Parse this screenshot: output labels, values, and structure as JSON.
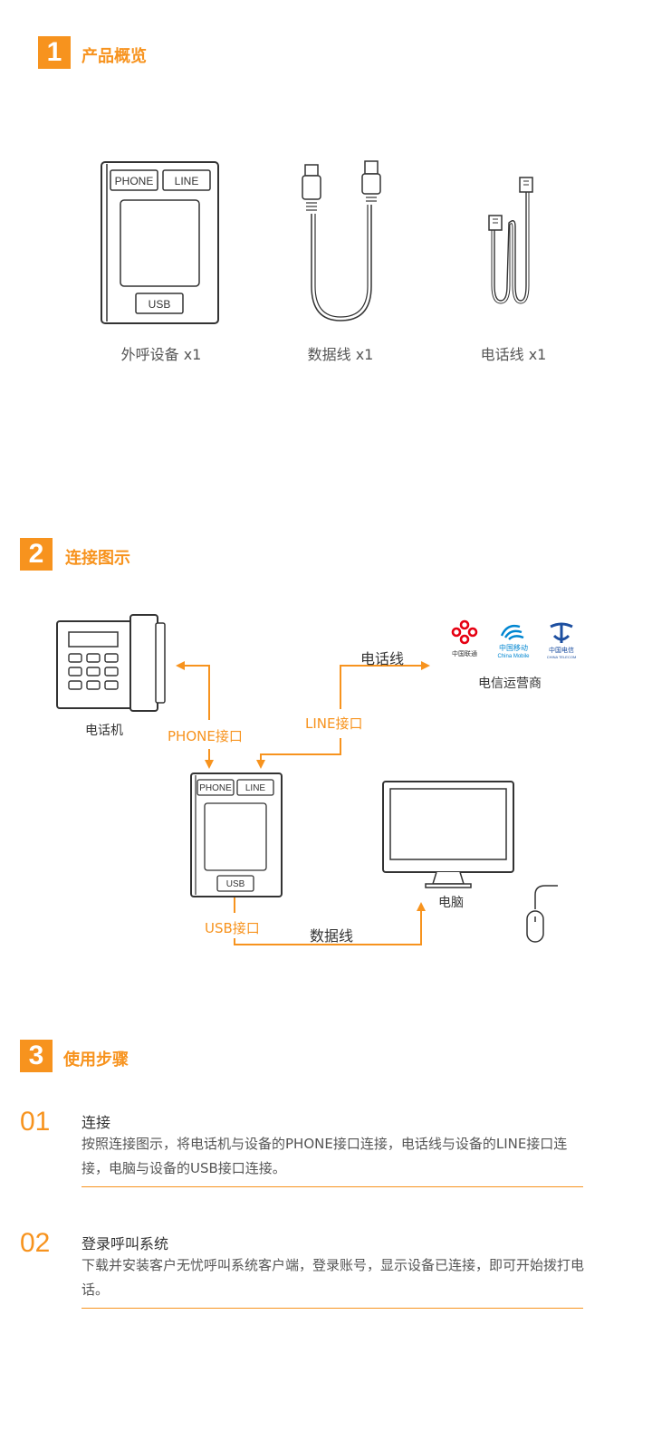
{
  "section1": {
    "number": "1",
    "title": "产品概览",
    "products": [
      {
        "caption": "外呼设备 x1"
      },
      {
        "caption": "数据线 x1"
      },
      {
        "caption": "电话线 x1"
      }
    ],
    "device": {
      "phone_port": "PHONE",
      "line_port": "LINE",
      "usb_port": "USB"
    }
  },
  "section2": {
    "number": "2",
    "title": "连接图示",
    "telephone_label": "电话机",
    "computer_label": "电脑",
    "carrier_label": "电信运营商",
    "phone_port_label": "PHONE接口",
    "line_port_label": "LINE接口",
    "usb_port_label": "USB接口",
    "phone_line_label": "电话线",
    "data_cable_label": "数据线",
    "carriers": {
      "unicom": "中国联通",
      "mobile_cn": "中国移动",
      "mobile_en": "China Mobile",
      "telecom": "中国电信",
      "telecom_en": "CHINA TELECOM"
    },
    "device": {
      "phone_port": "PHONE",
      "line_port": "LINE",
      "usb_port": "USB"
    }
  },
  "section3": {
    "number": "3",
    "title": "使用步骤",
    "steps": [
      {
        "num": "01",
        "title": "连接",
        "desc": "按照连接图示，将电话机与设备的PHONE接口连接，电话线与设备的LINE接口连接，电脑与设备的USB接口连接。"
      },
      {
        "num": "02",
        "title": "登录呼叫系统",
        "desc": "下载并安装客户无忧呼叫系统客户端，登录账号，显示设备已连接，即可开始拨打电话。"
      }
    ]
  },
  "colors": {
    "accent": "#f7931e",
    "text": "#333333",
    "unicom": "#e60012",
    "mobile": "#0086d1",
    "telecom": "#1d4fa0"
  }
}
